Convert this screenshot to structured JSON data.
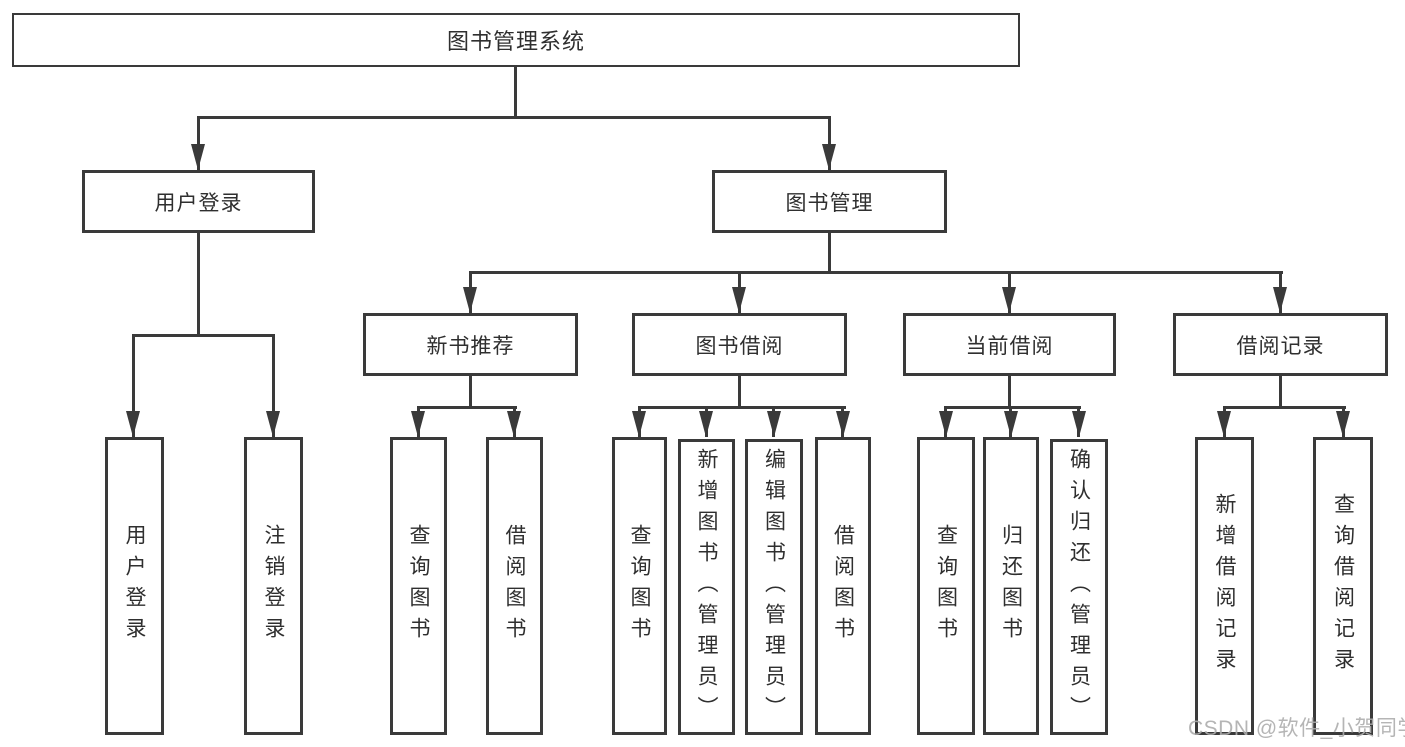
{
  "diagram": {
    "root": "图书管理系统",
    "level2": {
      "user_login": {
        "label": "用户登录",
        "children": {
          "login": "用户登录",
          "logout": "注销登录"
        }
      },
      "book_mgmt": {
        "label": "图书管理",
        "children": {
          "new_book_rec": {
            "label": "新书推荐",
            "children": {
              "query": "查询图书",
              "borrow": "借阅图书"
            }
          },
          "book_borrow": {
            "label": "图书借阅",
            "children": {
              "query": "查询图书",
              "add": "新增图书（管理员）",
              "edit": "编辑图书（管理员）",
              "borrow": "借阅图书"
            }
          },
          "current_borrow": {
            "label": "当前借阅",
            "children": {
              "query": "查询图书",
              "return_book": "归还图书",
              "confirm": "确认归还（管理员）"
            }
          },
          "borrow_records": {
            "label": "借阅记录",
            "children": {
              "add": "新增借阅记录",
              "query": "查询借阅记录"
            }
          }
        }
      }
    }
  },
  "watermark": {
    "text": "CSDN @软件_小贺同学"
  },
  "colors": {
    "line": "#3a3a3a",
    "text": "#2f2f2f",
    "background": "#ffffff",
    "watermark": "#adadad"
  }
}
